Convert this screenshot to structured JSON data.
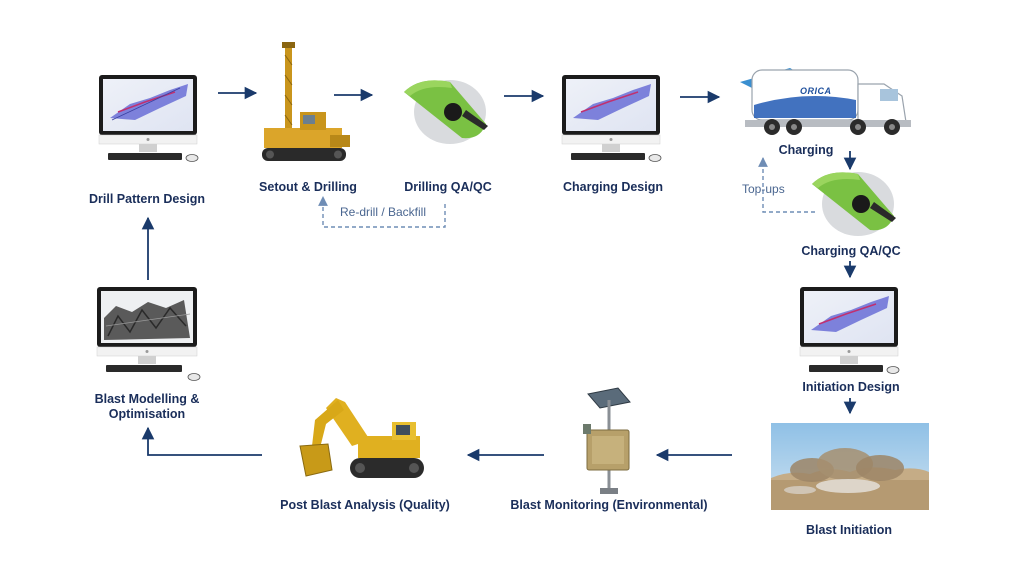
{
  "steps": {
    "drill_pattern_design": "Drill Pattern Design",
    "setout_drilling": "Setout & Drilling",
    "drilling_qaqc": "Drilling QA/QC",
    "charging_design": "Charging Design",
    "charging": "Charging",
    "charging_qaqc": "Charging QA/QC",
    "initiation_design": "Initiation Design",
    "blast_initiation": "Blast Initiation",
    "blast_monitoring": "Blast Monitoring (Environmental)",
    "post_blast_analysis": "Post Blast Analysis (Quality)",
    "blast_modelling_line1": "Blast Modelling &",
    "blast_modelling_line2": "Optimisation"
  },
  "loops": {
    "redrill": "Re-drill / Backfill",
    "topups": "Top-ups"
  },
  "truck_logo": "ORICA",
  "colors": {
    "label": "#1a2e5a",
    "arrow": "#1a3a6b",
    "dashed": "#6f8db5",
    "accent_green": "#7ac143",
    "machine_yellow": "#e0b020"
  }
}
